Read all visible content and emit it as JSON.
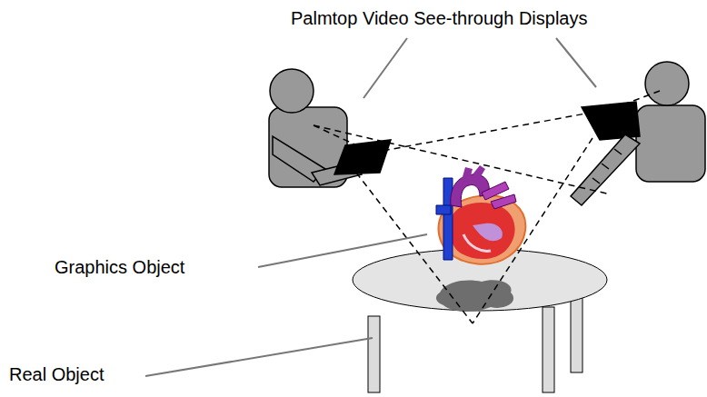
{
  "diagram": {
    "labels": [
      "Palmtop Video See-through Displays",
      "Graphics Object",
      "Real Object"
    ]
  }
}
